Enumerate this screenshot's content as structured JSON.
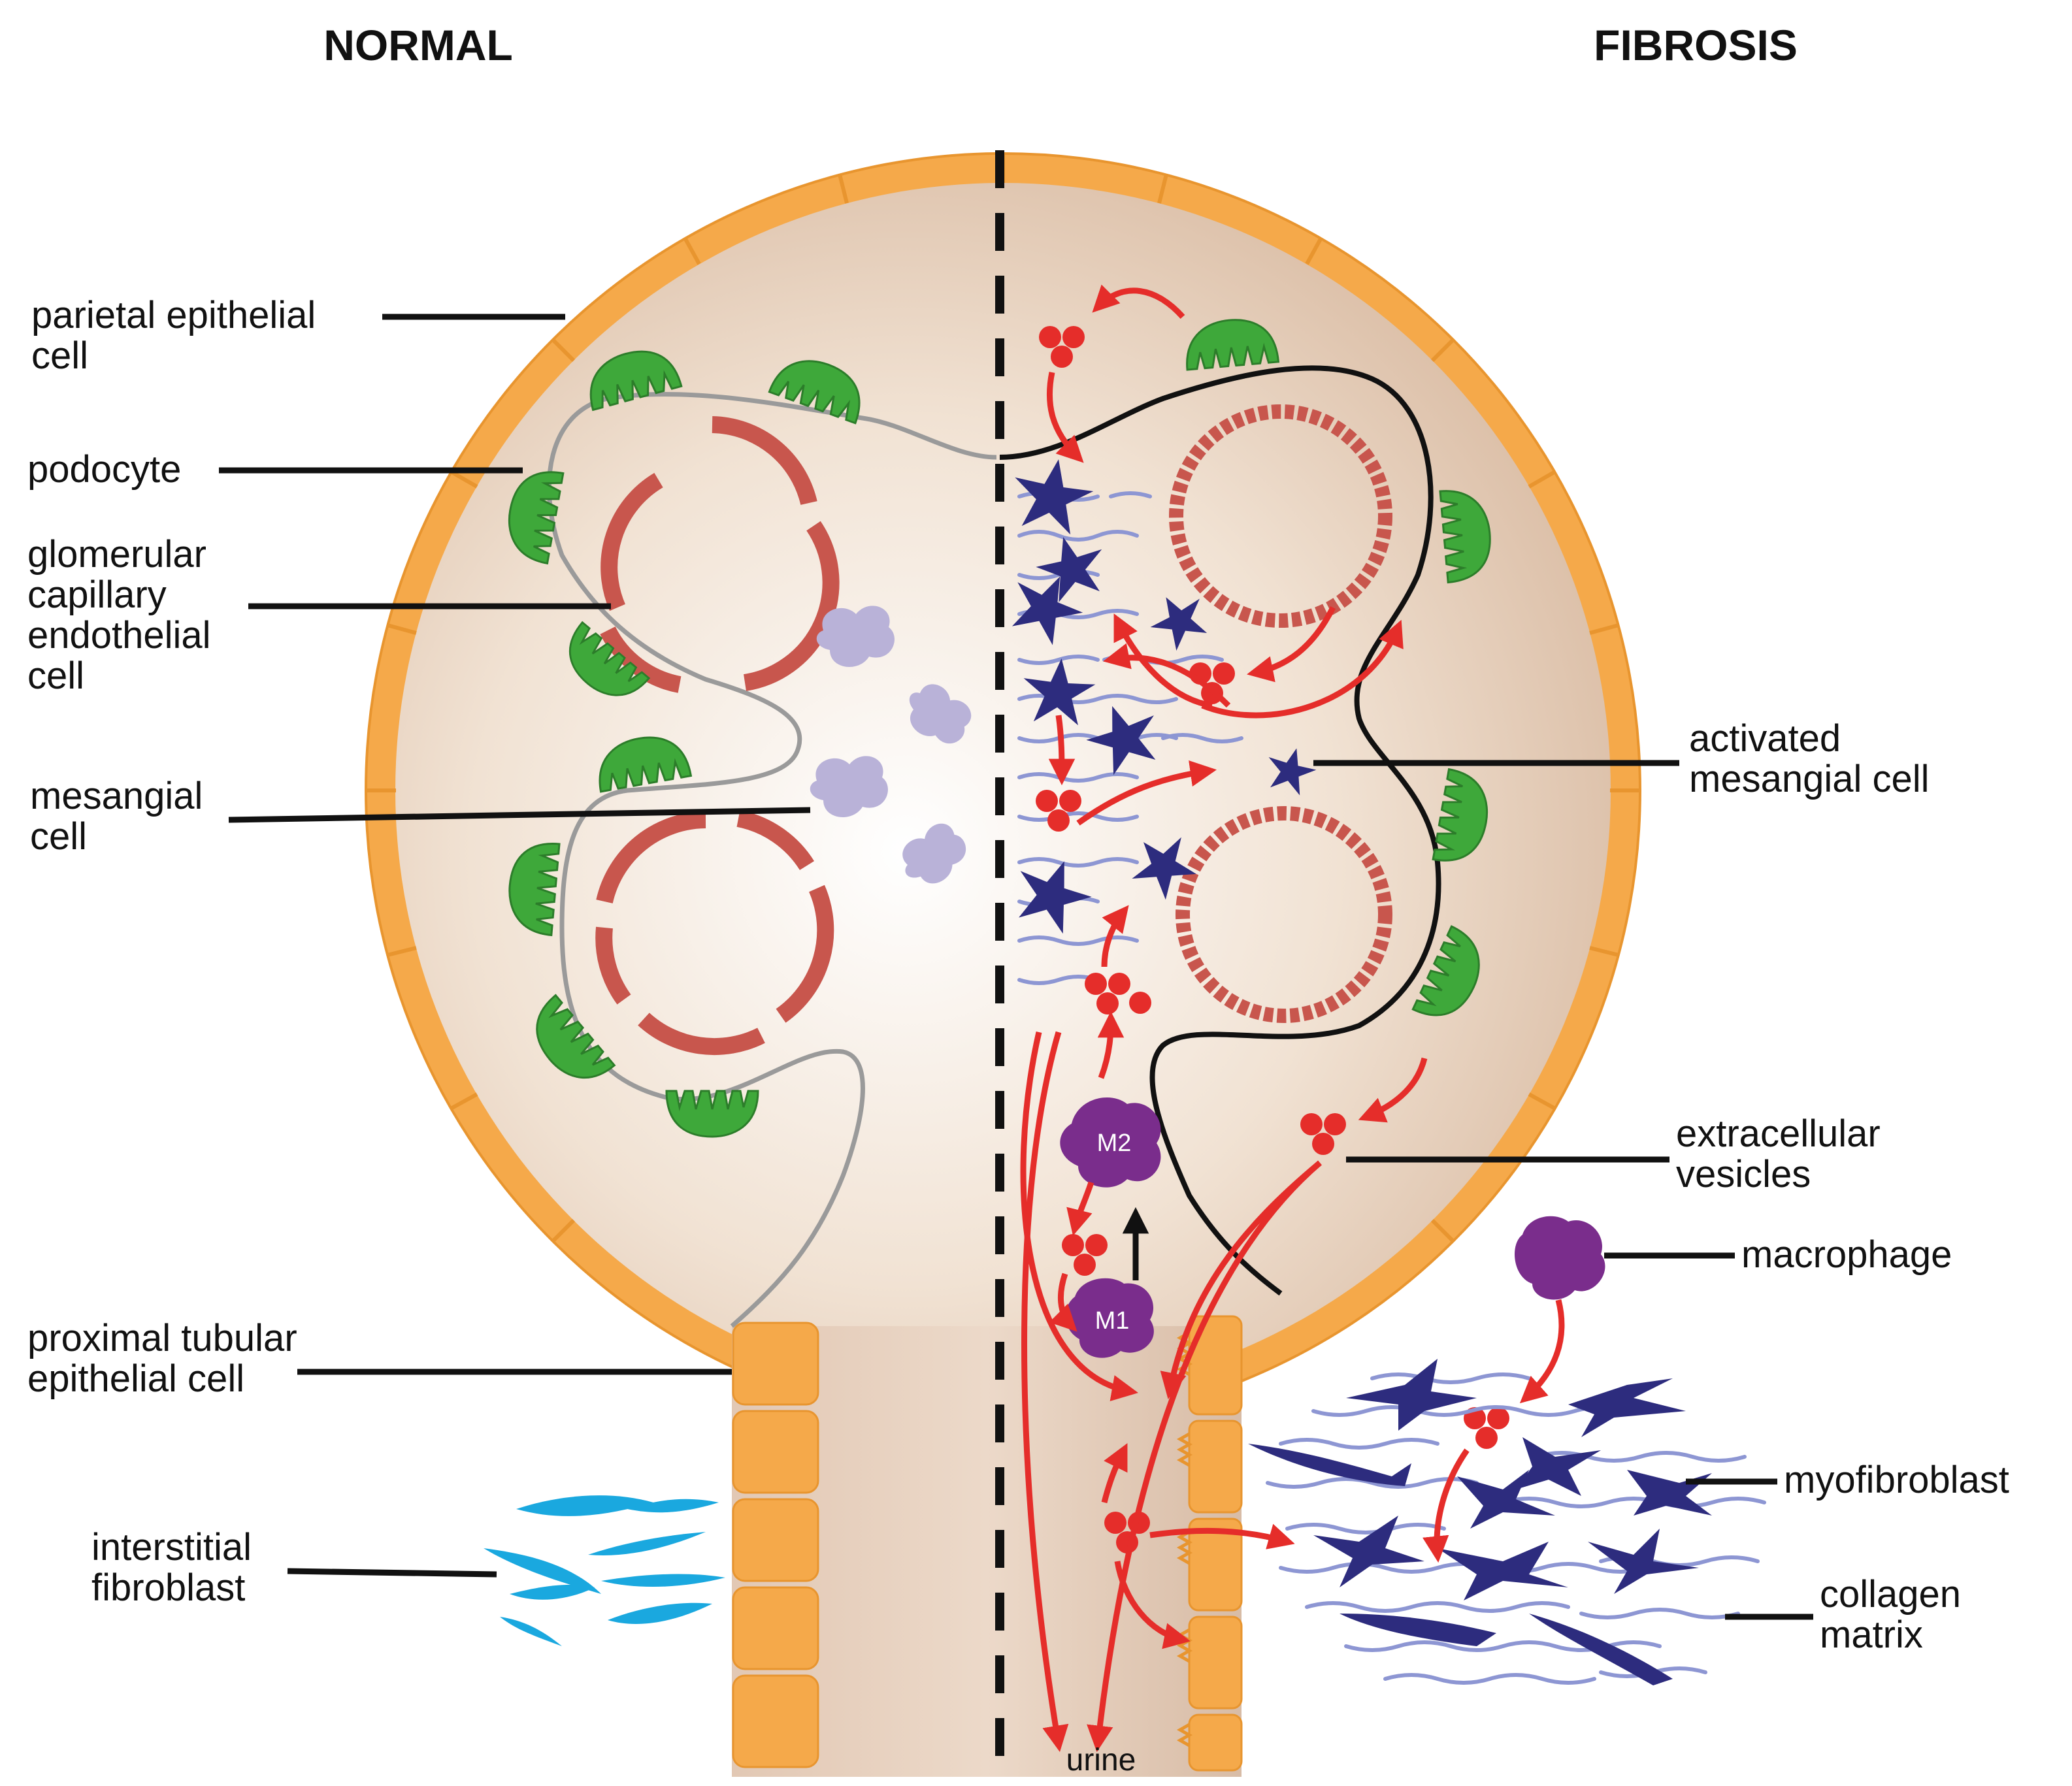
{
  "headers": {
    "normal": "NORMAL",
    "fibrosis": "FIBROSIS"
  },
  "labels": {
    "parietal_epithelial_cell": [
      "parietal epithelial",
      "cell"
    ],
    "podocyte": "podocyte",
    "glomerular_capillary_endothelial_cell": [
      "glomerular",
      "capillary",
      "endothelial",
      "cell"
    ],
    "mesangial_cell": [
      "mesangial",
      "cell"
    ],
    "proximal_tubular_epithelial_cell": [
      "proximal tubular",
      "epithelial cell"
    ],
    "interstitial_fibroblast": [
      "interstitial",
      "fibroblast"
    ],
    "activated_mesangial_cell": [
      "activated",
      "mesangial cell"
    ],
    "extracellular_vesicles": [
      "extracellular",
      "vesicles"
    ],
    "macrophage": "macrophage",
    "myofibroblast": "myofibroblast",
    "collagen_matrix": [
      "collagen",
      "matrix"
    ],
    "m2": "M2",
    "m1": "M1",
    "urine": "urine"
  },
  "colors": {
    "parietal_cells": "#f5a94a",
    "podocyte": "#3ea83a",
    "capillary": "#c8564d",
    "mesangial": "#b9b2d8",
    "activated_mesangial": "#2d2c7e",
    "collagen": "#8d96d3",
    "vesicles_arrows": "#e52d2a",
    "fibroblast": "#1aa8df",
    "macrophage": "#7a2d8c"
  }
}
